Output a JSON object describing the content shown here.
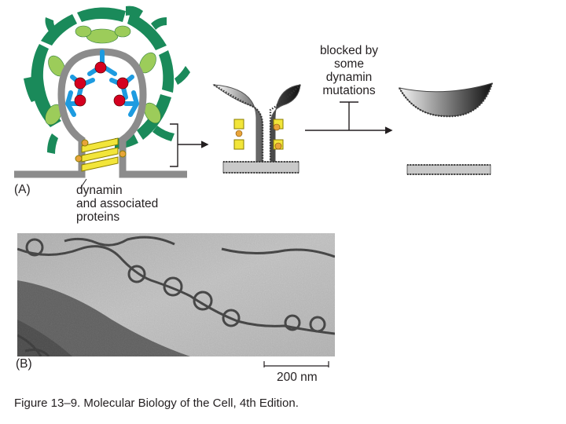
{
  "panel_a": {
    "label": "(A)",
    "dynamin_label": [
      "dynamin",
      "and associated",
      "proteins"
    ],
    "blocked_label": [
      "blocked by",
      "some",
      "dynamin",
      "mutations"
    ]
  },
  "panel_b": {
    "label": "(B)",
    "scale_bar": "200 nm"
  },
  "caption": "Figure 13–9. Molecular Biology of the Cell, 4th Edition.",
  "colors": {
    "clathrin": "#1a8a5a",
    "adaptin": "#9ccc5a",
    "receptor": "#1d9be0",
    "cargo": "#d4001f",
    "dynamin": "#f2e53a",
    "membrane": "#8c8c8c"
  }
}
